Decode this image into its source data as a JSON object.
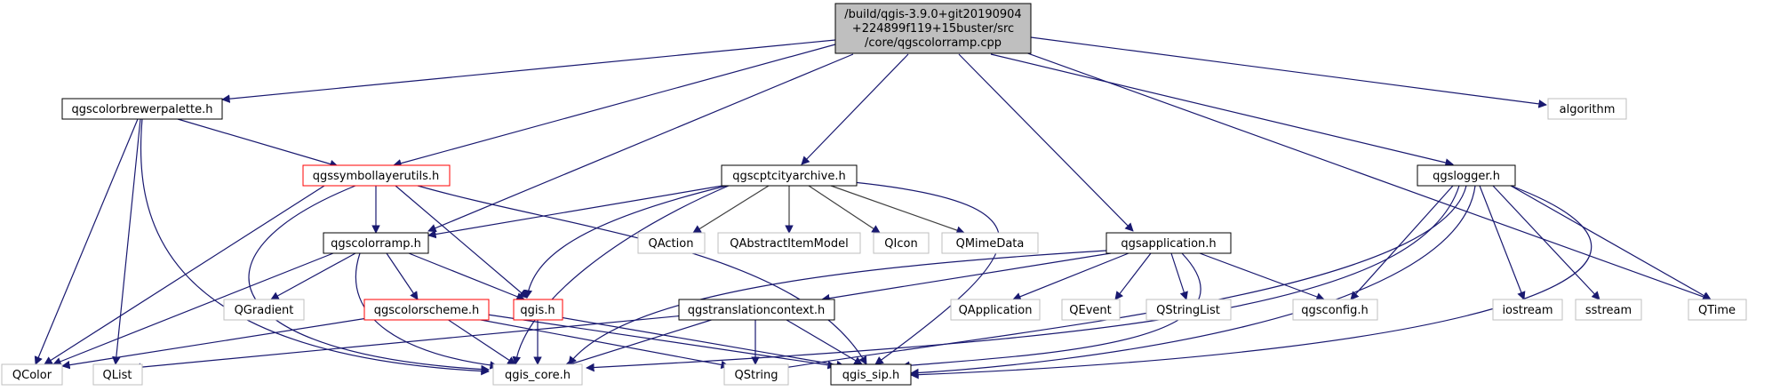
{
  "nodes": {
    "root": {
      "lines": [
        "/build/qgis-3.9.0+git20190904",
        "+224899f119+15buster/src",
        "/core/qgscolorramp.cpp"
      ]
    },
    "qgscolorbrewerpalette_h": {
      "label": "qgscolorbrewerpalette.h"
    },
    "qgssymbollayerutils_h": {
      "label": "qgssymbollayerutils.h"
    },
    "qgscptcityarchive_h": {
      "label": "qgscptcityarchive.h"
    },
    "qgscolorramp_h": {
      "label": "qgscolorramp.h"
    },
    "qgsapplication_h": {
      "label": "qgsapplication.h"
    },
    "qgslogger_h": {
      "label": "qgslogger.h"
    },
    "algorithm": {
      "label": "algorithm"
    },
    "qaction": {
      "label": "QAction"
    },
    "qabstractitemmodel": {
      "label": "QAbstractItemModel"
    },
    "qicon": {
      "label": "QIcon"
    },
    "qmimedata": {
      "label": "QMimeData"
    },
    "qgradient": {
      "label": "QGradient"
    },
    "qgscolorscheme_h": {
      "label": "qgscolorscheme.h"
    },
    "qgis_h": {
      "label": "qgis.h"
    },
    "qgstranslationcontext_h": {
      "label": "qgstranslationcontext.h"
    },
    "qapplication": {
      "label": "QApplication"
    },
    "qevent": {
      "label": "QEvent"
    },
    "qstringlist": {
      "label": "QStringList"
    },
    "qgsconfig_h": {
      "label": "qgsconfig.h"
    },
    "iostream": {
      "label": "iostream"
    },
    "sstream": {
      "label": "sstream"
    },
    "qtime": {
      "label": "QTime"
    },
    "qcolor": {
      "label": "QColor"
    },
    "qlist": {
      "label": "QList"
    },
    "qgis_core_h": {
      "label": "qgis_core.h"
    },
    "qstring": {
      "label": "QString"
    },
    "qgis_sip_h": {
      "label": "qgis_sip.h"
    }
  },
  "colors": {
    "edge": "#191970",
    "edge_gray": "#404040",
    "root_fill": "#bfbfbf",
    "border_black": "#000000",
    "border_red": "#ff0000",
    "border_gray": "#bfbfbf",
    "text": "#000000"
  }
}
